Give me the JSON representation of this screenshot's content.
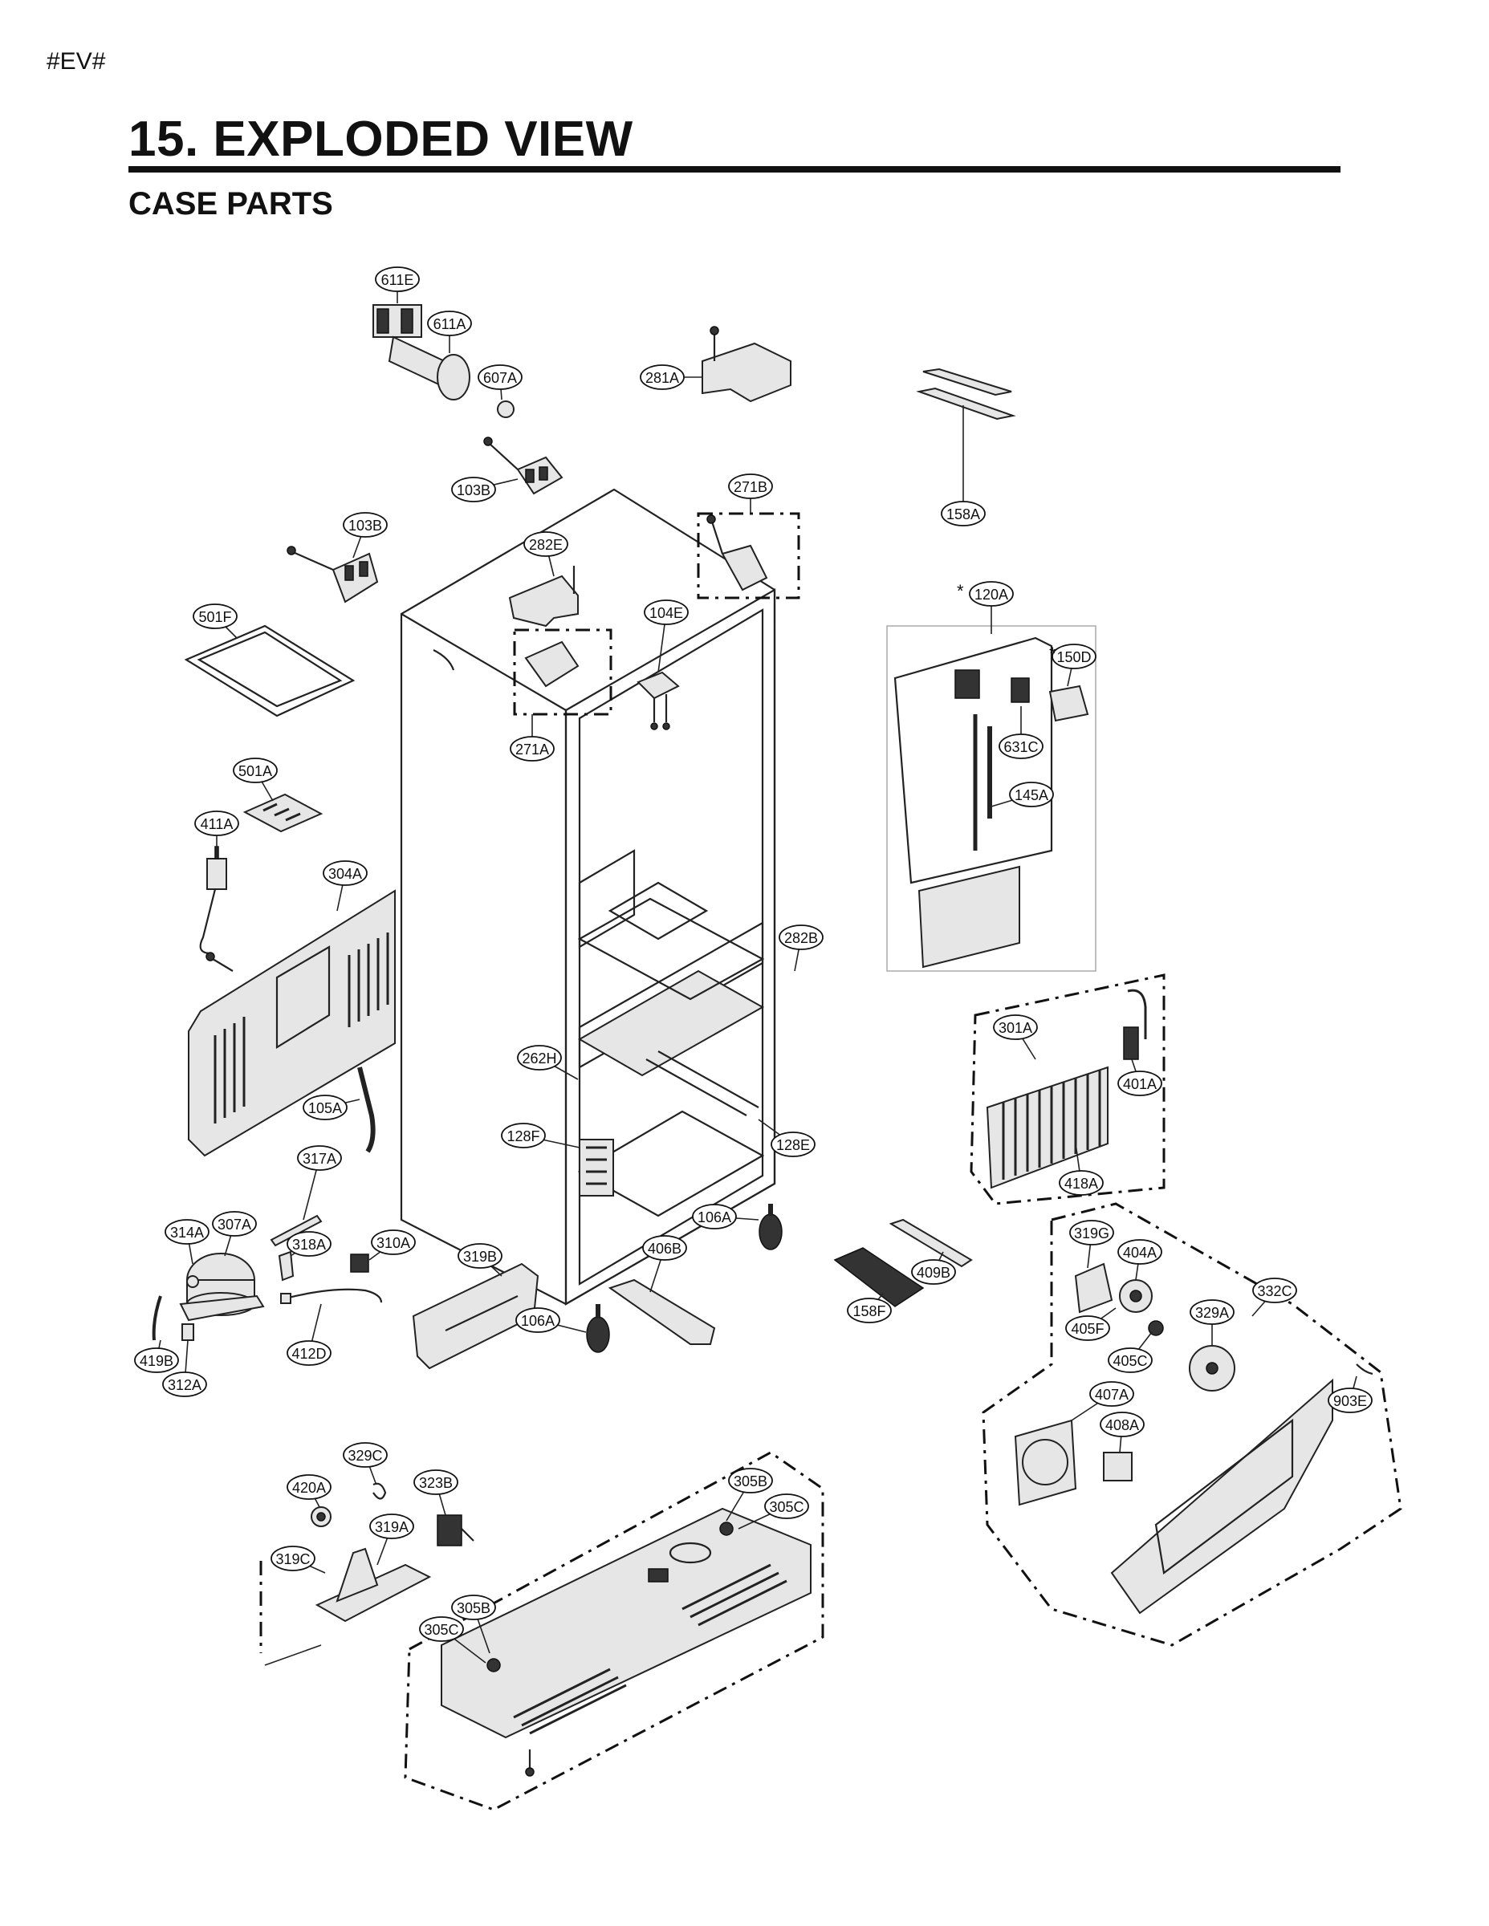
{
  "header": {
    "tag": "#EV#",
    "title": "15. EXPLODED VIEW",
    "subtitle": "CASE PARTS"
  },
  "callouts": [
    {
      "id": "611E",
      "label": "611E"
    },
    {
      "id": "611A",
      "label": "611A"
    },
    {
      "id": "607A",
      "label": "607A"
    },
    {
      "id": "281A",
      "label": "281A"
    },
    {
      "id": "158A",
      "label": "158A"
    },
    {
      "id": "103B_top",
      "label": "103B"
    },
    {
      "id": "271B",
      "label": "271B"
    },
    {
      "id": "103B_left",
      "label": "103B"
    },
    {
      "id": "282E",
      "label": "282E"
    },
    {
      "id": "120A",
      "label": "120A"
    },
    {
      "id": "501F",
      "label": "501F"
    },
    {
      "id": "104E",
      "label": "104E"
    },
    {
      "id": "150D",
      "label": "150D"
    },
    {
      "id": "271A",
      "label": "271A"
    },
    {
      "id": "631C",
      "label": "631C"
    },
    {
      "id": "501A",
      "label": "501A"
    },
    {
      "id": "145A",
      "label": "145A"
    },
    {
      "id": "411A",
      "label": "411A"
    },
    {
      "id": "304A",
      "label": "304A"
    },
    {
      "id": "282B",
      "label": "282B"
    },
    {
      "id": "301A",
      "label": "301A"
    },
    {
      "id": "262H",
      "label": "262H"
    },
    {
      "id": "401A",
      "label": "401A"
    },
    {
      "id": "105A",
      "label": "105A"
    },
    {
      "id": "128F",
      "label": "128F"
    },
    {
      "id": "128E",
      "label": "128E"
    },
    {
      "id": "317A",
      "label": "317A"
    },
    {
      "id": "418A",
      "label": "418A"
    },
    {
      "id": "106A_r",
      "label": "106A"
    },
    {
      "id": "314A",
      "label": "314A"
    },
    {
      "id": "307A",
      "label": "307A"
    },
    {
      "id": "310A",
      "label": "310A"
    },
    {
      "id": "318A",
      "label": "318A"
    },
    {
      "id": "319B",
      "label": "319B"
    },
    {
      "id": "406B",
      "label": "406B"
    },
    {
      "id": "319G",
      "label": "319G"
    },
    {
      "id": "404A",
      "label": "404A"
    },
    {
      "id": "332C",
      "label": "332C"
    },
    {
      "id": "409B",
      "label": "409B"
    },
    {
      "id": "106A_l",
      "label": "106A"
    },
    {
      "id": "158F",
      "label": "158F"
    },
    {
      "id": "329A",
      "label": "329A"
    },
    {
      "id": "405F",
      "label": "405F"
    },
    {
      "id": "412D",
      "label": "412D"
    },
    {
      "id": "419B",
      "label": "419B"
    },
    {
      "id": "405C",
      "label": "405C"
    },
    {
      "id": "312A",
      "label": "312A"
    },
    {
      "id": "407A",
      "label": "407A"
    },
    {
      "id": "903E",
      "label": "903E"
    },
    {
      "id": "408A",
      "label": "408A"
    },
    {
      "id": "329C",
      "label": "329C"
    },
    {
      "id": "323B",
      "label": "323B"
    },
    {
      "id": "420A",
      "label": "420A"
    },
    {
      "id": "305B_r",
      "label": "305B"
    },
    {
      "id": "305C_r",
      "label": "305C"
    },
    {
      "id": "319A",
      "label": "319A"
    },
    {
      "id": "319C",
      "label": "319C"
    },
    {
      "id": "305B_l",
      "label": "305B"
    },
    {
      "id": "305C_l",
      "label": "305C"
    }
  ],
  "marks": {
    "asterisk": "*"
  }
}
